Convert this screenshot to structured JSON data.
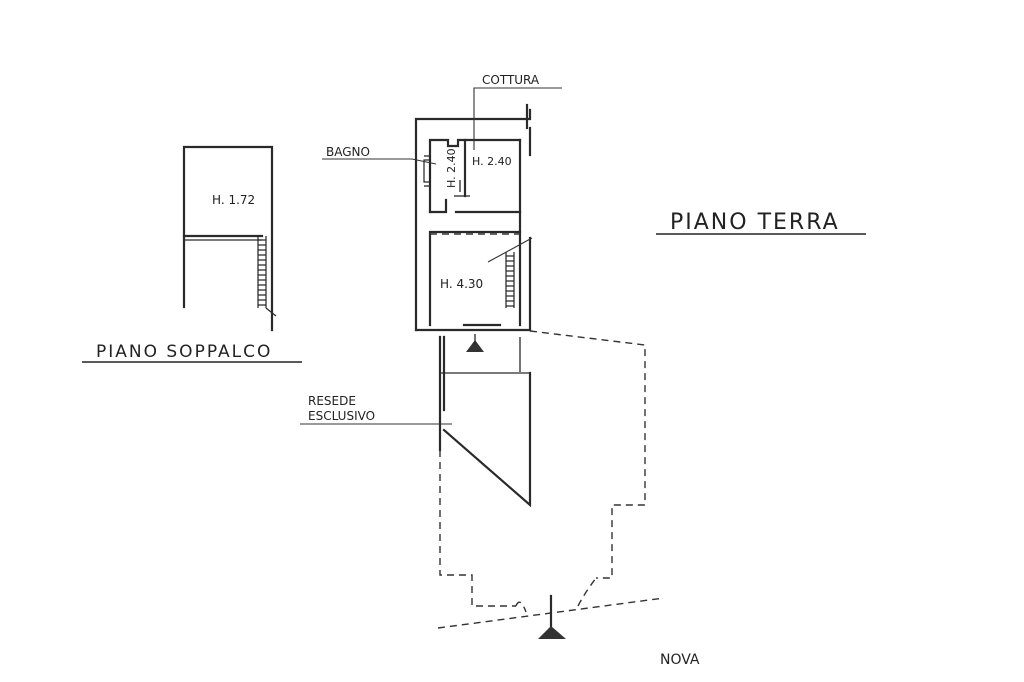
{
  "plans": {
    "mezzanine": {
      "title": "PIANO SOPPALCO",
      "height_label": "H. 1.72"
    },
    "ground": {
      "title": "PIANO TERRA",
      "bathroom_label": "BAGNO",
      "bathroom_height": "H. 2.40",
      "kitchen_label": "COTTURA",
      "kitchen_height": "H. 2.40",
      "main_room_height": "H. 4.30",
      "yard_label_line1": "RESEDE",
      "yard_label_line2": "ESCLUSIVO",
      "street_label": "NOVA"
    }
  },
  "icons": {
    "entrance_marker": "triangle-marker-icon",
    "stairs": "stairs-icon"
  }
}
